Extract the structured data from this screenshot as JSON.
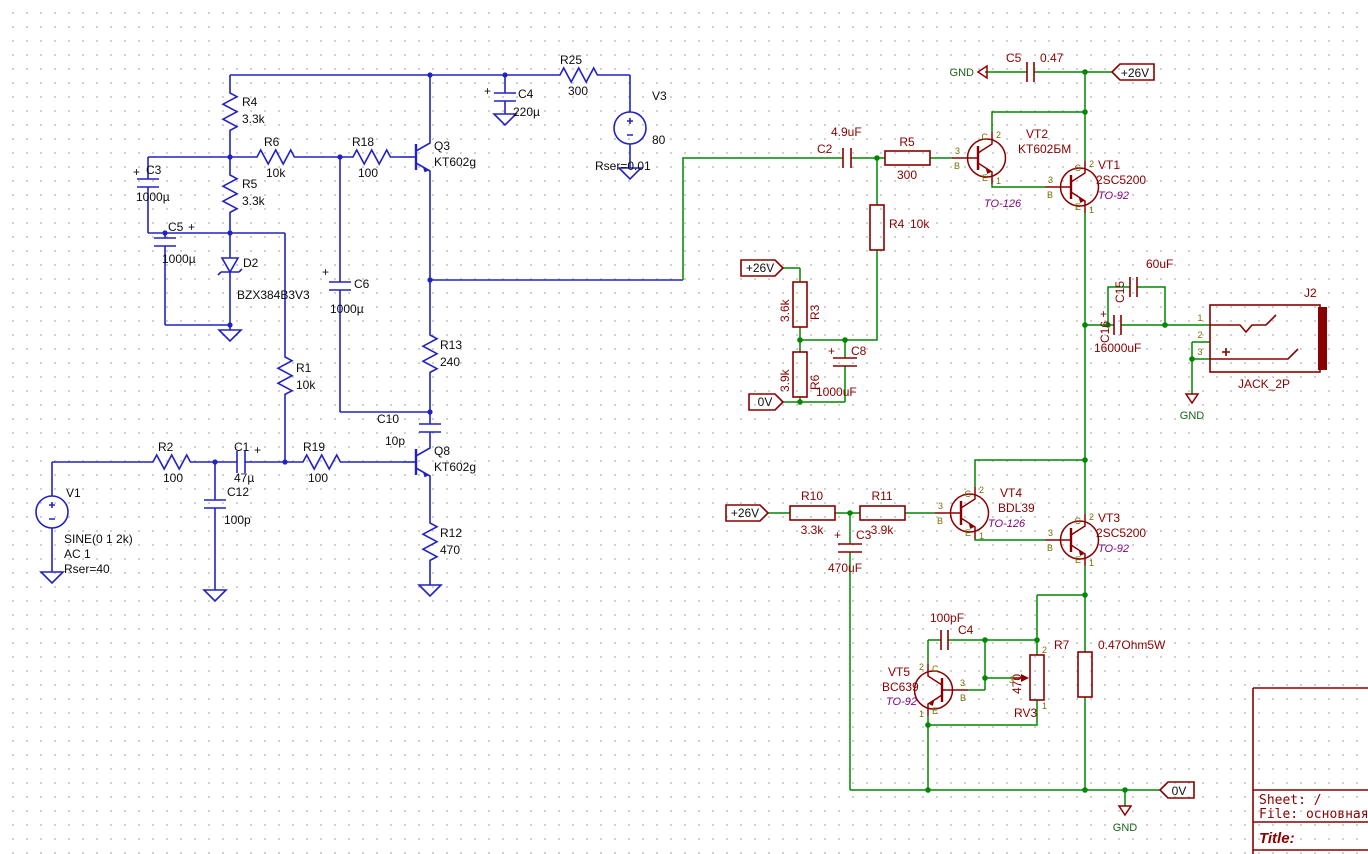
{
  "ltspice": {
    "R4": {
      "ref": "R4",
      "val": "3.3k"
    },
    "R5": {
      "ref": "R5",
      "val": "3.3k"
    },
    "R6": {
      "ref": "R6",
      "val": "10k"
    },
    "R18": {
      "ref": "R18",
      "val": "100"
    },
    "R25": {
      "ref": "R25",
      "val": "300"
    },
    "R1": {
      "ref": "R1",
      "val": "10k"
    },
    "R2": {
      "ref": "R2",
      "val": "100"
    },
    "R19": {
      "ref": "R19",
      "val": "100"
    },
    "R13": {
      "ref": "R13",
      "val": "240"
    },
    "R12": {
      "ref": "R12",
      "val": "470"
    },
    "C3": {
      "ref": "C3",
      "val": "1000µ"
    },
    "C5": {
      "ref": "C5",
      "val": "1000µ"
    },
    "C6": {
      "ref": "C6",
      "val": "1000µ"
    },
    "C4": {
      "ref": "C4",
      "val": "220µ"
    },
    "C1": {
      "ref": "C1",
      "val": "47µ"
    },
    "C12": {
      "ref": "C12",
      "val": "100p"
    },
    "C10": {
      "ref": "C10",
      "val": "10p"
    },
    "D2": {
      "ref": "D2",
      "val": "BZX384B3V3"
    },
    "Q3": {
      "ref": "Q3",
      "val": "KT602g"
    },
    "Q8": {
      "ref": "Q8",
      "val": "KT602g"
    },
    "V3": {
      "ref": "V3",
      "val": "80",
      "rser": "Rser=0.01"
    },
    "V1": {
      "ref": "V1",
      "sine": "SINE(0 1 2k)",
      "ac": "AC 1",
      "rser": "Rser=40"
    },
    "plus": "+"
  },
  "kicad": {
    "C5": {
      "ref": "C5",
      "val": "0.47"
    },
    "C2": {
      "ref": "C2",
      "val": "4.9uF"
    },
    "R5": {
      "ref": "R5",
      "val": "300"
    },
    "R4": {
      "ref": "R4",
      "val": "10k"
    },
    "R3": {
      "ref": "R3",
      "val": "3.6k"
    },
    "R6": {
      "ref": "R6",
      "val": "3.9k"
    },
    "C8": {
      "ref": "C8",
      "val": "1000uF"
    },
    "R10": {
      "ref": "R10",
      "val": "3.3k"
    },
    "R11": {
      "ref": "R11",
      "val": "3.9k"
    },
    "C3": {
      "ref": "C3",
      "val": "470uF"
    },
    "C4": {
      "ref": "C4",
      "val": "100pF"
    },
    "C15": {
      "ref": "C15",
      "val": "60uF"
    },
    "C16": {
      "ref": "C16",
      "val": "16000uF"
    },
    "R7": {
      "ref": "R7",
      "val": "0.47Ohm5W"
    },
    "RV3": {
      "ref": "RV3",
      "val": "470"
    },
    "VT1": {
      "ref": "VT1",
      "val": "2SC5200",
      "fp": "TO-92"
    },
    "VT2": {
      "ref": "VT2",
      "val": "KT602БМ",
      "fp": "TO-126"
    },
    "VT3": {
      "ref": "VT3",
      "val": "2SC5200",
      "fp": "TO-92"
    },
    "VT4": {
      "ref": "VT4",
      "val": "BDL39",
      "fp": "TO-126"
    },
    "VT5": {
      "ref": "VT5",
      "val": "BC639",
      "fp": "TO-92"
    },
    "J2": {
      "ref": "J2",
      "val": "JACK_2P"
    },
    "power": {
      "v26": "+26V",
      "zero": "0V",
      "gnd": "GND"
    },
    "pin": {
      "b": "B",
      "c": "C",
      "e": "E",
      "n1": "1",
      "n2": "2",
      "n3": "3"
    }
  },
  "title_block": {
    "sheet": "Sheet: /",
    "file": "File: основная.",
    "title": "Title:"
  }
}
